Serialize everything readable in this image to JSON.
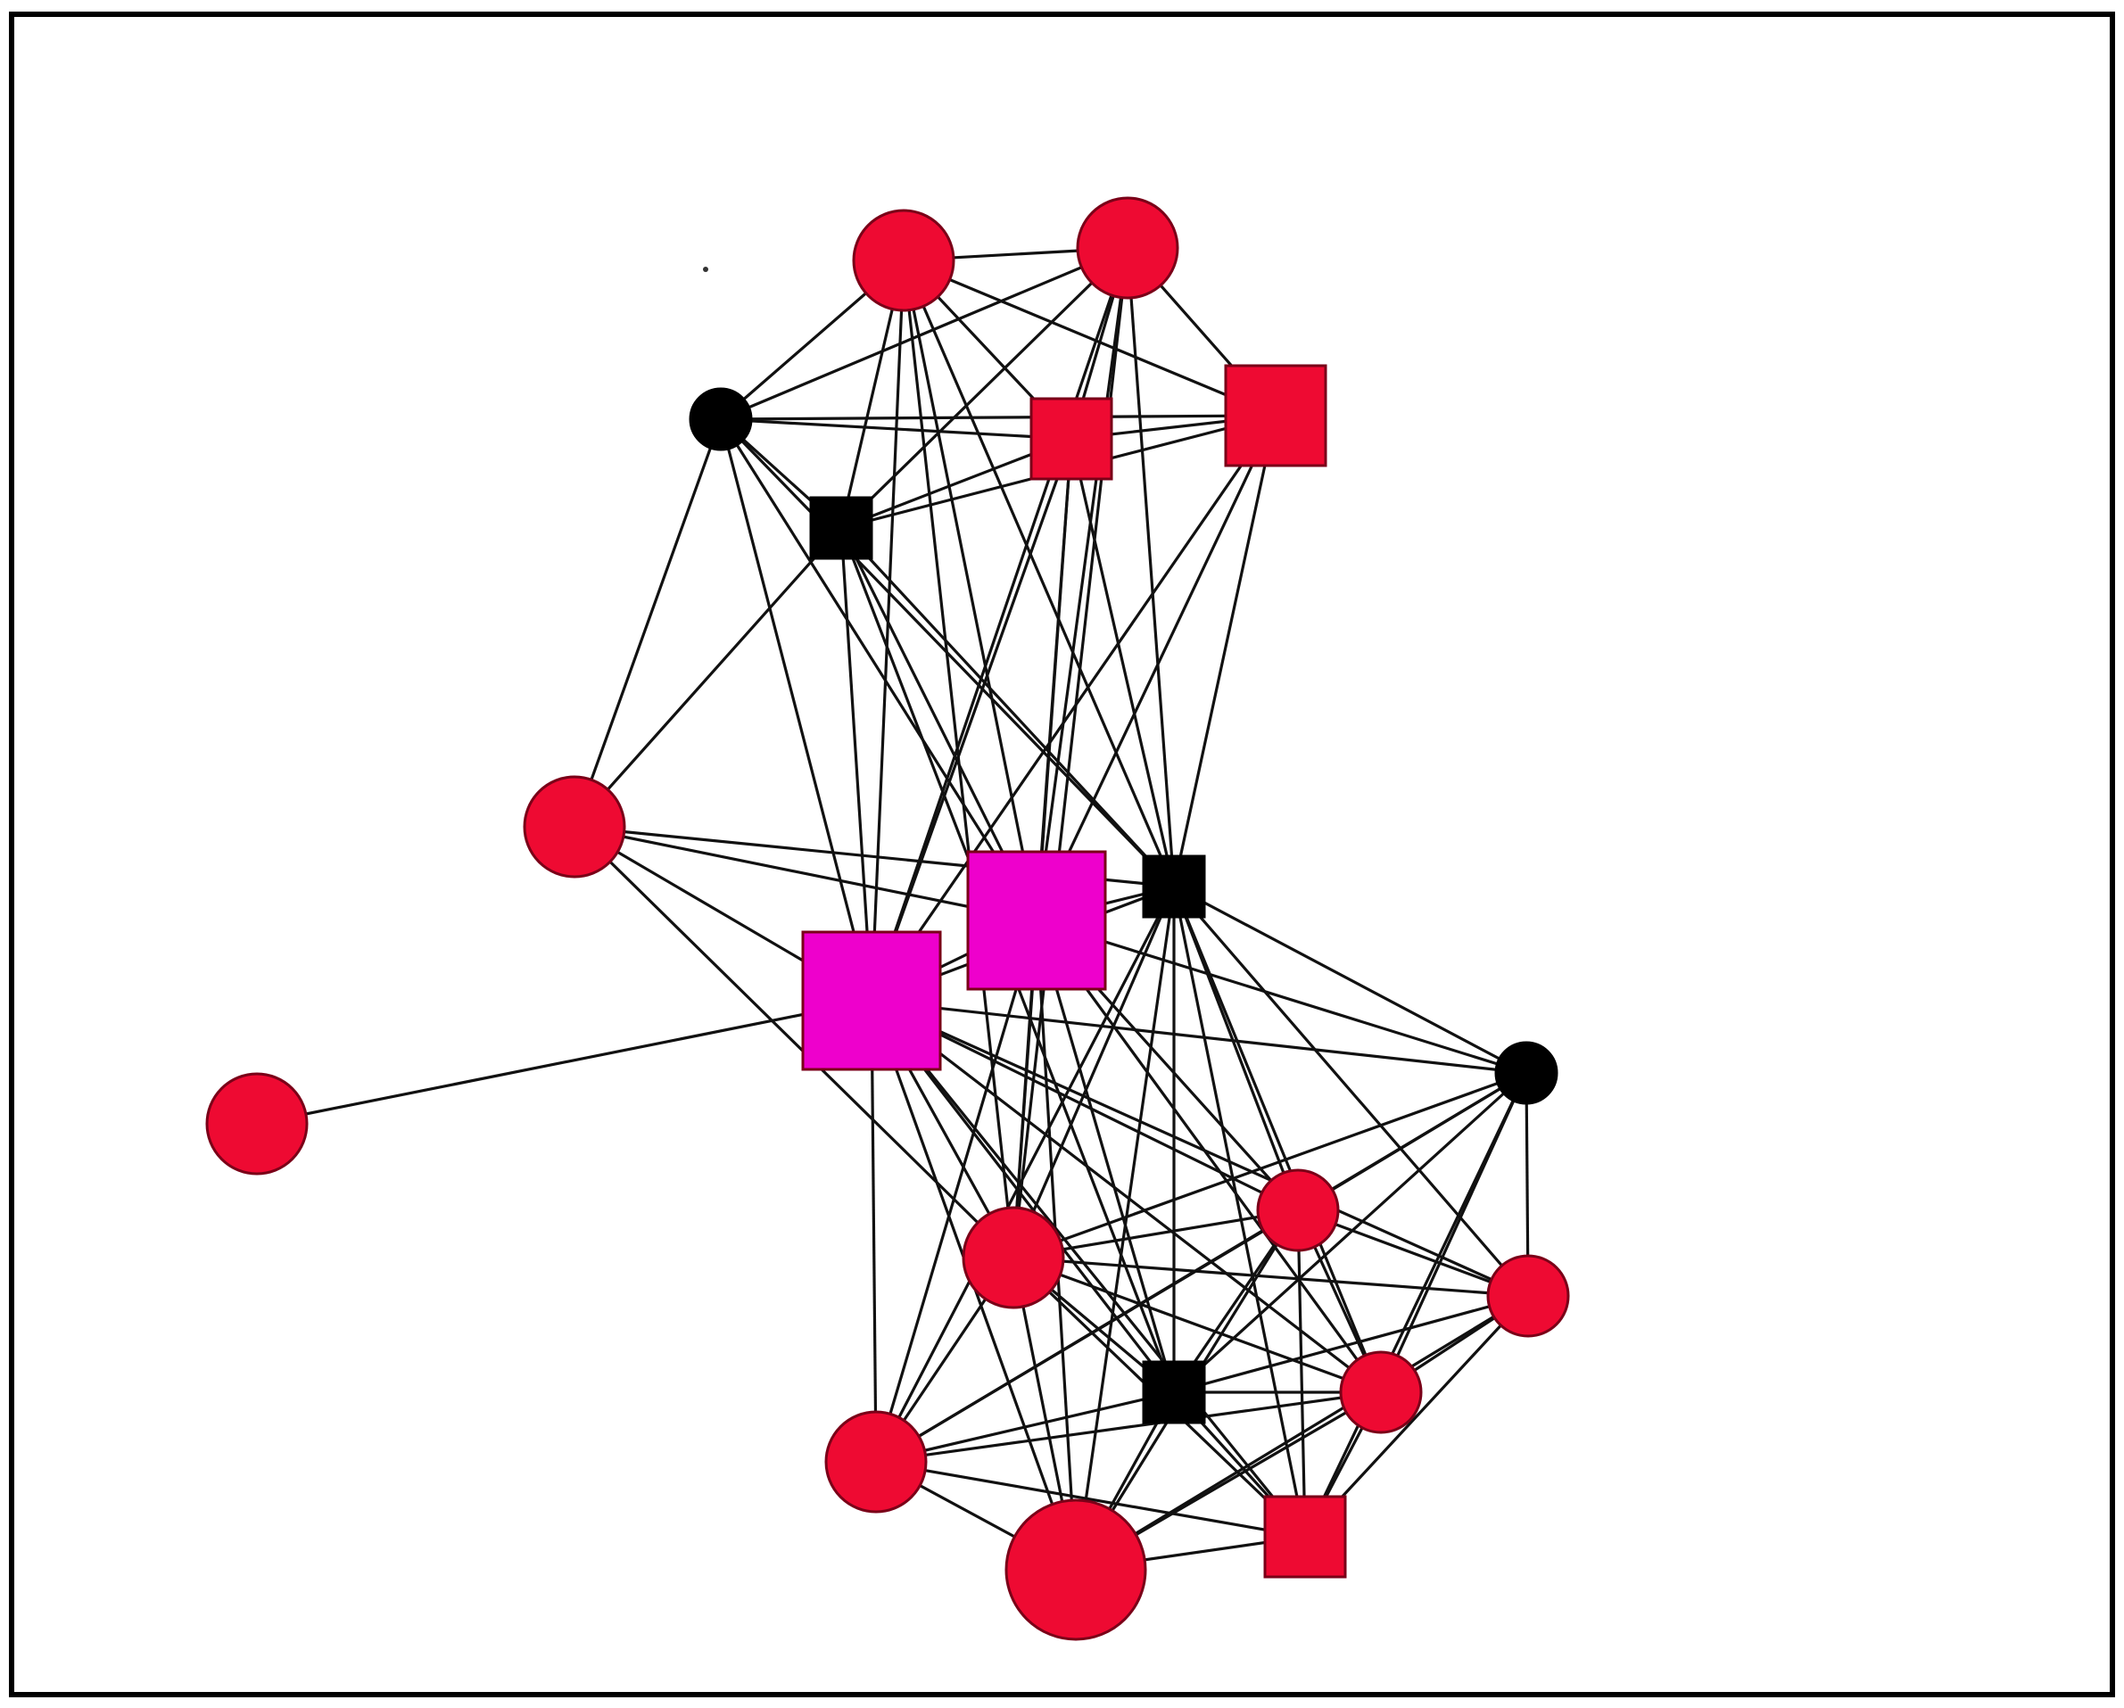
{
  "colors": {
    "background": "#ffffff",
    "frame": "#000000",
    "edge": "#111111",
    "red_node": "#ee0a32",
    "magenta_node": "#ee00cc",
    "black_node": "#000000",
    "node_outline": "#7a0018"
  },
  "graph": {
    "nodes": [
      {
        "id": "n1",
        "shape": "circle",
        "color": "red"
      },
      {
        "id": "n2",
        "shape": "circle",
        "color": "red"
      },
      {
        "id": "n3",
        "shape": "circle",
        "color": "black"
      },
      {
        "id": "n4",
        "shape": "square",
        "color": "red"
      },
      {
        "id": "n5",
        "shape": "square",
        "color": "red"
      },
      {
        "id": "n6",
        "shape": "square",
        "color": "black"
      },
      {
        "id": "n7",
        "shape": "circle",
        "color": "red"
      },
      {
        "id": "n8",
        "shape": "square",
        "color": "magenta"
      },
      {
        "id": "n9",
        "shape": "square",
        "color": "black"
      },
      {
        "id": "n10",
        "shape": "square",
        "color": "magenta"
      },
      {
        "id": "n11",
        "shape": "circle",
        "color": "red"
      },
      {
        "id": "n12",
        "shape": "circle",
        "color": "black"
      },
      {
        "id": "n13",
        "shape": "circle",
        "color": "red"
      },
      {
        "id": "n14",
        "shape": "circle",
        "color": "red"
      },
      {
        "id": "n15",
        "shape": "circle",
        "color": "red"
      },
      {
        "id": "n16",
        "shape": "square",
        "color": "black"
      },
      {
        "id": "n17",
        "shape": "circle",
        "color": "red"
      },
      {
        "id": "n18",
        "shape": "circle",
        "color": "red"
      },
      {
        "id": "n19",
        "shape": "circle",
        "color": "red"
      },
      {
        "id": "n20",
        "shape": "square",
        "color": "red"
      }
    ],
    "edges": [
      [
        "n1",
        "n2"
      ],
      [
        "n1",
        "n3"
      ],
      [
        "n1",
        "n4"
      ],
      [
        "n1",
        "n5"
      ],
      [
        "n1",
        "n6"
      ],
      [
        "n1",
        "n8"
      ],
      [
        "n1",
        "n9"
      ],
      [
        "n1",
        "n10"
      ],
      [
        "n1",
        "n13"
      ],
      [
        "n2",
        "n3"
      ],
      [
        "n2",
        "n4"
      ],
      [
        "n2",
        "n5"
      ],
      [
        "n2",
        "n6"
      ],
      [
        "n2",
        "n8"
      ],
      [
        "n2",
        "n9"
      ],
      [
        "n2",
        "n10"
      ],
      [
        "n2",
        "n13"
      ],
      [
        "n3",
        "n4"
      ],
      [
        "n3",
        "n5"
      ],
      [
        "n3",
        "n6"
      ],
      [
        "n3",
        "n7"
      ],
      [
        "n3",
        "n9"
      ],
      [
        "n3",
        "n10"
      ],
      [
        "n3",
        "n8"
      ],
      [
        "n4",
        "n5"
      ],
      [
        "n4",
        "n6"
      ],
      [
        "n4",
        "n8"
      ],
      [
        "n4",
        "n9"
      ],
      [
        "n4",
        "n10"
      ],
      [
        "n4",
        "n13"
      ],
      [
        "n5",
        "n6"
      ],
      [
        "n5",
        "n8"
      ],
      [
        "n5",
        "n9"
      ],
      [
        "n5",
        "n10"
      ],
      [
        "n6",
        "n7"
      ],
      [
        "n6",
        "n9"
      ],
      [
        "n6",
        "n10"
      ],
      [
        "n6",
        "n8"
      ],
      [
        "n6",
        "n16"
      ],
      [
        "n7",
        "n8"
      ],
      [
        "n7",
        "n9"
      ],
      [
        "n7",
        "n10"
      ],
      [
        "n7",
        "n13"
      ],
      [
        "n8",
        "n9"
      ],
      [
        "n8",
        "n10"
      ],
      [
        "n8",
        "n13"
      ],
      [
        "n8",
        "n14"
      ],
      [
        "n8",
        "n16"
      ],
      [
        "n8",
        "n17"
      ],
      [
        "n8",
        "n18"
      ],
      [
        "n8",
        "n19"
      ],
      [
        "n8",
        "n12"
      ],
      [
        "n9",
        "n10"
      ],
      [
        "n9",
        "n12"
      ],
      [
        "n9",
        "n13"
      ],
      [
        "n9",
        "n14"
      ],
      [
        "n9",
        "n15"
      ],
      [
        "n9",
        "n16"
      ],
      [
        "n9",
        "n17"
      ],
      [
        "n9",
        "n18"
      ],
      [
        "n9",
        "n19"
      ],
      [
        "n9",
        "n20"
      ],
      [
        "n10",
        "n11"
      ],
      [
        "n10",
        "n12"
      ],
      [
        "n10",
        "n13"
      ],
      [
        "n10",
        "n14"
      ],
      [
        "n10",
        "n15"
      ],
      [
        "n10",
        "n16"
      ],
      [
        "n10",
        "n17"
      ],
      [
        "n10",
        "n18"
      ],
      [
        "n10",
        "n19"
      ],
      [
        "n10",
        "n20"
      ],
      [
        "n12",
        "n13"
      ],
      [
        "n12",
        "n14"
      ],
      [
        "n12",
        "n15"
      ],
      [
        "n12",
        "n16"
      ],
      [
        "n12",
        "n17"
      ],
      [
        "n12",
        "n18"
      ],
      [
        "n12",
        "n20"
      ],
      [
        "n13",
        "n14"
      ],
      [
        "n13",
        "n15"
      ],
      [
        "n13",
        "n16"
      ],
      [
        "n13",
        "n17"
      ],
      [
        "n13",
        "n18"
      ],
      [
        "n13",
        "n19"
      ],
      [
        "n13",
        "n20"
      ],
      [
        "n14",
        "n15"
      ],
      [
        "n14",
        "n16"
      ],
      [
        "n14",
        "n17"
      ],
      [
        "n14",
        "n18"
      ],
      [
        "n14",
        "n19"
      ],
      [
        "n14",
        "n20"
      ],
      [
        "n15",
        "n16"
      ],
      [
        "n15",
        "n17"
      ],
      [
        "n15",
        "n19"
      ],
      [
        "n15",
        "n20"
      ],
      [
        "n16",
        "n17"
      ],
      [
        "n16",
        "n18"
      ],
      [
        "n16",
        "n19"
      ],
      [
        "n16",
        "n20"
      ],
      [
        "n17",
        "n18"
      ],
      [
        "n17",
        "n19"
      ],
      [
        "n17",
        "n20"
      ],
      [
        "n18",
        "n19"
      ],
      [
        "n18",
        "n20"
      ],
      [
        "n19",
        "n20"
      ]
    ]
  }
}
